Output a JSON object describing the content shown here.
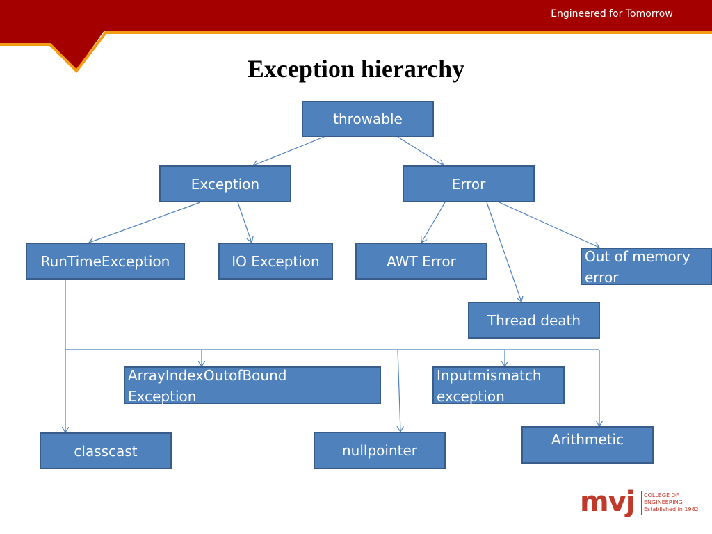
{
  "header": {
    "tagline": "Engineered for Tomorrow",
    "bar_color": "#a50000",
    "accent_color": "#f39c12"
  },
  "title": "Exception hierarchy",
  "diagram": {
    "node_color": "#4f81bd",
    "node_border_color": "#385d8a",
    "connector_color": "#4f81bd",
    "nodes": {
      "throwable": "throwable",
      "exception": "Exception",
      "error": "Error",
      "runtime_exception": "RunTimeException",
      "io_exception": "IO Exception",
      "awt_error": "AWT Error",
      "out_of_memory_line1": "Out of memory",
      "out_of_memory_line2": "error",
      "thread_death": "Thread death",
      "array_index_line1": "ArrayIndexOutofBound",
      "array_index_line2": "Exception",
      "input_mismatch_line1": "Inputmismatch",
      "input_mismatch_line2": "exception",
      "classcast": "classcast",
      "nullpointer": "nullpointer",
      "arithmetic": "Arithmetic"
    }
  },
  "logo": {
    "mark": "mvj",
    "line1": "COLLEGE OF",
    "line2": "ENGINEERING",
    "line3": "Established in 1982"
  }
}
